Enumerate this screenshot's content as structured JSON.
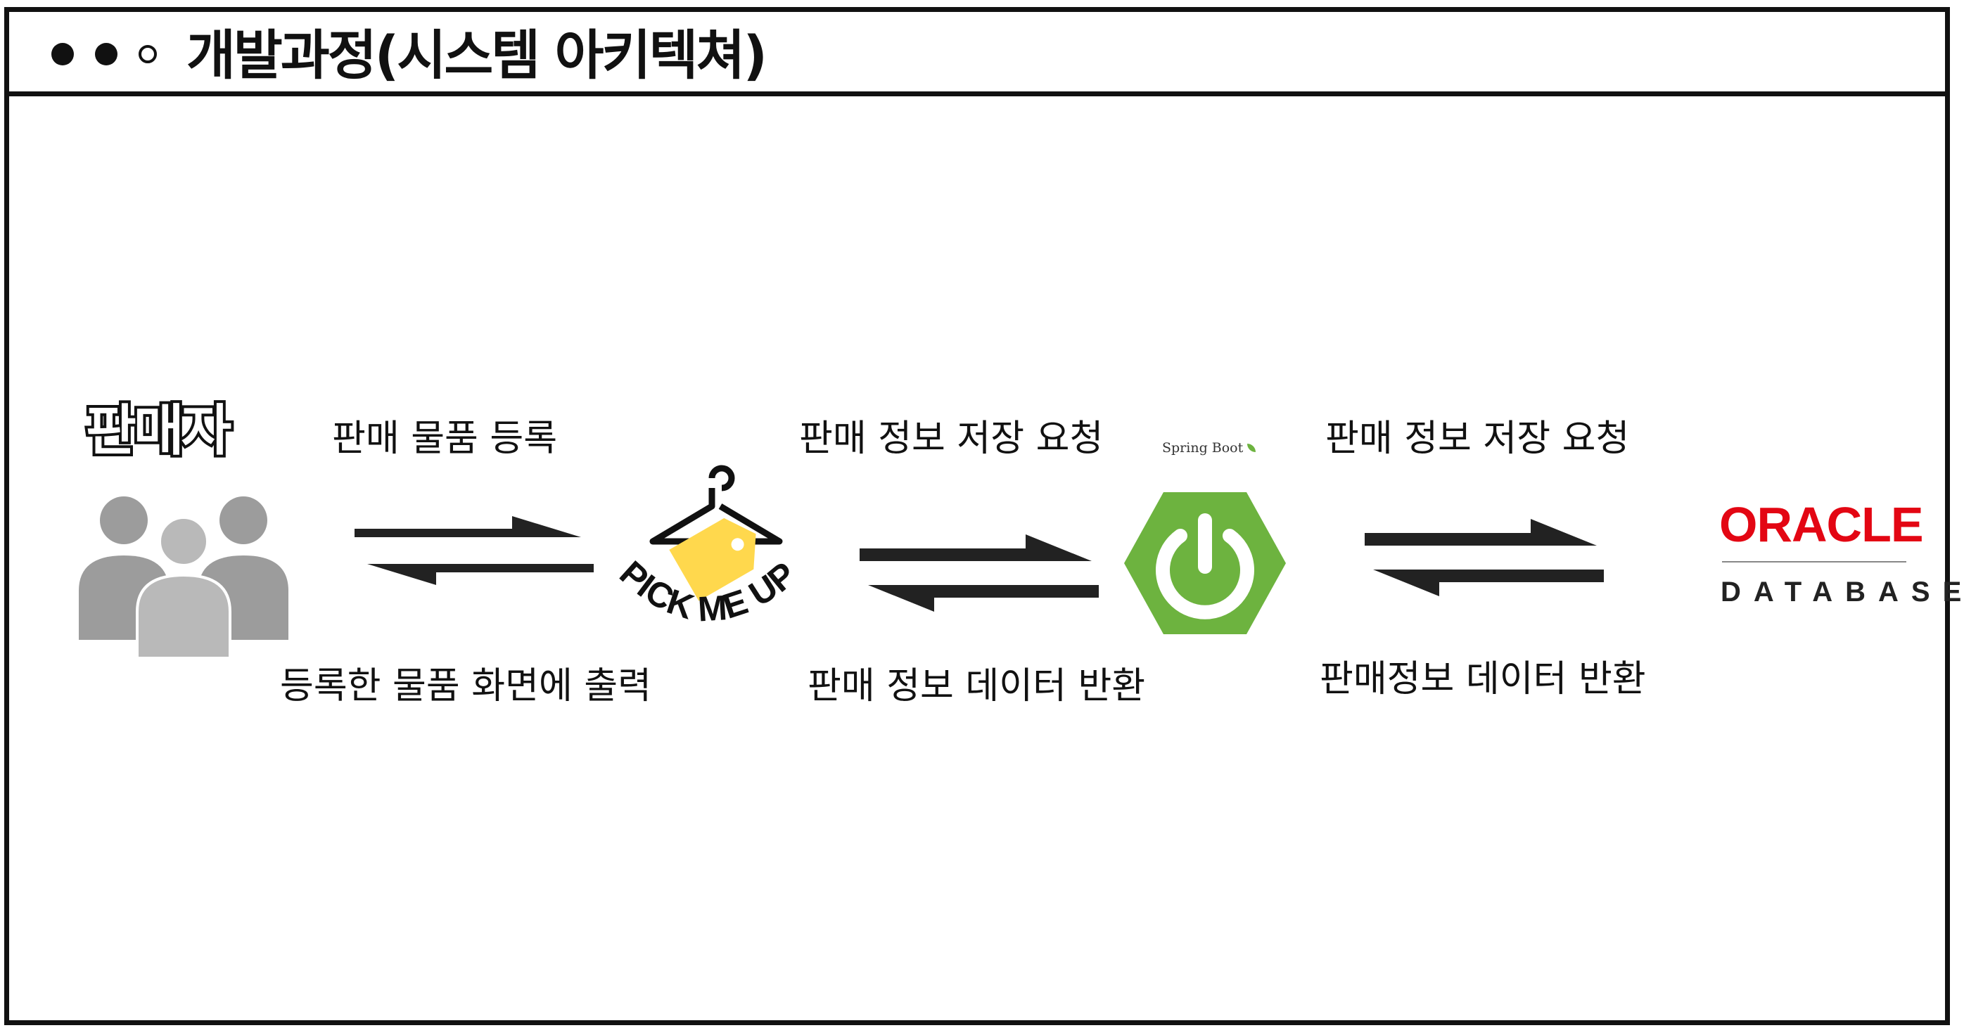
{
  "header": {
    "title": "개발과정(시스템 아키텍쳐)"
  },
  "nodes": {
    "seller": {
      "label": "판매자",
      "icon": "people-group-icon"
    },
    "app": {
      "logo_text": "PICK ME UP",
      "icon": "hanger-tag-icon",
      "accent": "#ffd84d"
    },
    "server": {
      "label": "Spring Boot",
      "icon": "power-icon",
      "accent": "#6db33f"
    },
    "database": {
      "brand": "ORACLE",
      "sub": "DATABASE",
      "accent": "#e30613"
    }
  },
  "edges": {
    "seller_app": {
      "top": "판매 물품 등록",
      "bottom": "등록한 물품 화면에 출력"
    },
    "app_server": {
      "top": "판매 정보 저장 요청",
      "bottom": "판매 정보 데이터 반환"
    },
    "server_db": {
      "top": "판매 정보 저장 요청",
      "bottom": "판매정보 데이터 반환"
    }
  }
}
